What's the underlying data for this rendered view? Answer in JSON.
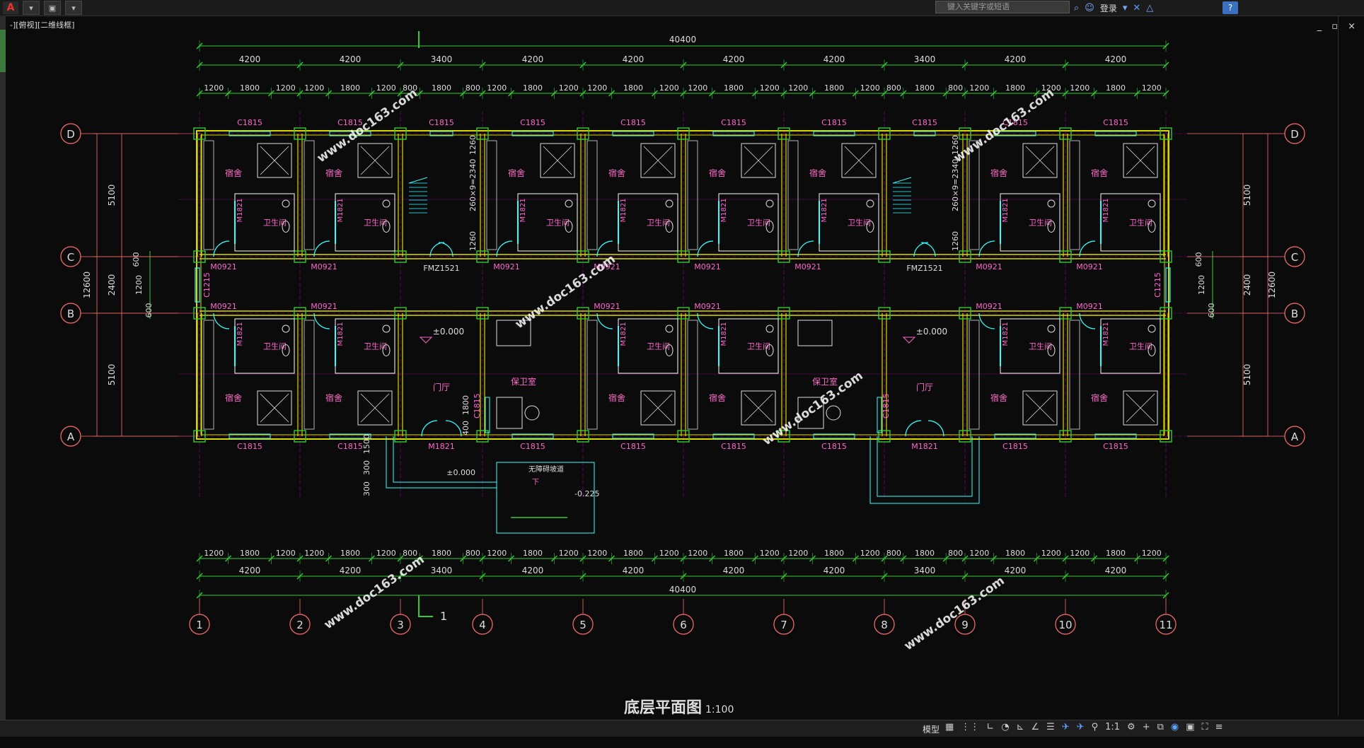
{
  "toolbar": {
    "app_icon": "autocad-logo-icon",
    "search_placeholder": "键入关键字或短语",
    "login_label": "登录",
    "help_label": "?"
  },
  "viewport": {
    "label": "-][俯视][二维线框]"
  },
  "window": {
    "minimize": "_",
    "restore": "▫",
    "close": "×"
  },
  "drawing": {
    "top_total": "40400",
    "bottom_total": "40400",
    "bays": [
      "4200",
      "4200",
      "3400",
      "4200",
      "4200",
      "4200",
      "4200",
      "3400",
      "4200",
      "4200"
    ],
    "sub_bays": [
      "1200",
      "1800",
      "1200",
      "1200",
      "1800",
      "1200",
      "800",
      "1800",
      "800",
      "1200",
      "1800",
      "1200",
      "1200",
      "1800",
      "1200",
      "1200",
      "1800",
      "1200",
      "1200",
      "1800",
      "1200",
      "800",
      "1800",
      "800",
      "1200",
      "1800",
      "1200",
      "1200",
      "1800",
      "1200"
    ],
    "col_axes": [
      "1",
      "2",
      "3",
      "4",
      "5",
      "6",
      "7",
      "8",
      "9",
      "10",
      "11"
    ],
    "row_axes": [
      "D",
      "C",
      "B",
      "A"
    ],
    "left_dims": [
      "5100",
      "2400",
      "5100"
    ],
    "left_total": "12600",
    "left_sub": [
      "600",
      "1200",
      "600"
    ],
    "rooms": {
      "dorm": "宿舍",
      "wc": "卫生间",
      "lobby": "门厅",
      "guard": "保卫室",
      "ramp": "无障碍坡道",
      "down": "下"
    },
    "tags": {
      "window_main": "C1815",
      "window_side": "C1215",
      "door_room": "M0921",
      "door_wc": "M1821",
      "door_fire": "FMZ1521",
      "entry_door": "M1821"
    },
    "stair_dims": {
      "a": "1260",
      "b": "260×9=2340"
    },
    "levels": {
      "floor": "±0.000",
      "ramp": "-0.225"
    },
    "ramp_dims": [
      "1500",
      "300",
      "300"
    ],
    "door_dims": [
      "1800",
      "400"
    ],
    "section_mark": "1",
    "title": "底层平面图",
    "scale": "1:100",
    "watermark": "www.doc163.com"
  },
  "status": {
    "model_label": "模型",
    "scale_label": "1:1"
  },
  "colors": {
    "wall": "#d8d800",
    "wall2": "#ffffff",
    "grid": "#ff00ff",
    "dim": "#33cc33",
    "axis": "#ff7070",
    "text": "#ff66cc",
    "window": "#33ffff",
    "furniture": "#dddddd",
    "watermark": "#ffffff"
  }
}
